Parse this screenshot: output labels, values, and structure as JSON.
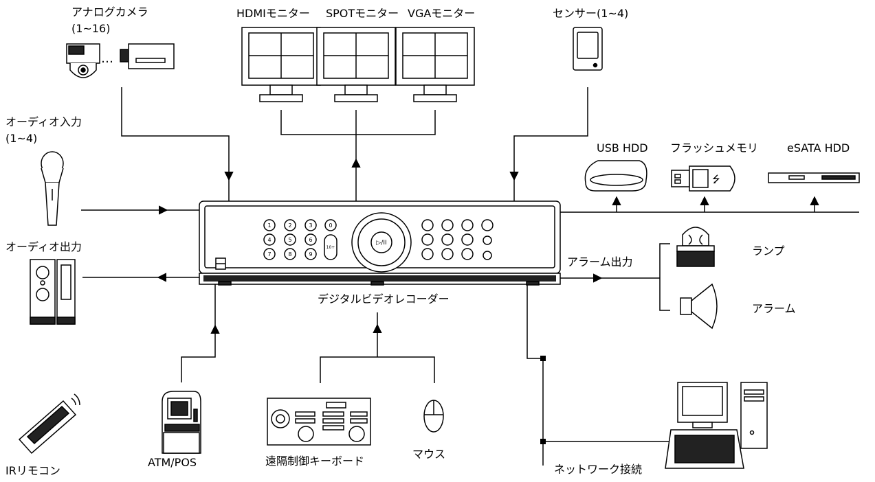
{
  "labels": {
    "analog_camera": "アナログカメラ",
    "analog_camera_range": "(1~16)",
    "camera_ellipsis": "…",
    "hdmi_monitor": "HDMIモニター",
    "spot_monitor": "SPOTモニター",
    "vga_monitor": "VGAモニター",
    "sensor": "センサー(1~4)",
    "audio_in": "オーディオ入力",
    "audio_in_range": "(1~4)",
    "usb_hdd": "USB HDD",
    "flash_memory": "フラッシュメモリ",
    "esata_hdd": "eSATA HDD",
    "audio_out": "オーディオ出力",
    "alarm_output": "アラーム出力",
    "lamp": "ランプ",
    "alarm": "アラーム",
    "dvr": "デジタルビデオレコーダー",
    "ir_remote": "IRリモコン",
    "atm_pos": "ATM/POS",
    "remote_keyboard": "遠隔制御キーボード",
    "mouse": "マウス",
    "network": "ネットワーク接続"
  },
  "dvr_panel": {
    "number_keys": [
      "1",
      "2",
      "3",
      "4",
      "5",
      "6",
      "7",
      "8",
      "9",
      "0",
      "10+"
    ],
    "jog_center": "▷/II"
  },
  "colors": {
    "line": "#000000",
    "background": "#ffffff",
    "device_fill": "#ffffff",
    "dark_strip": "#222222"
  }
}
